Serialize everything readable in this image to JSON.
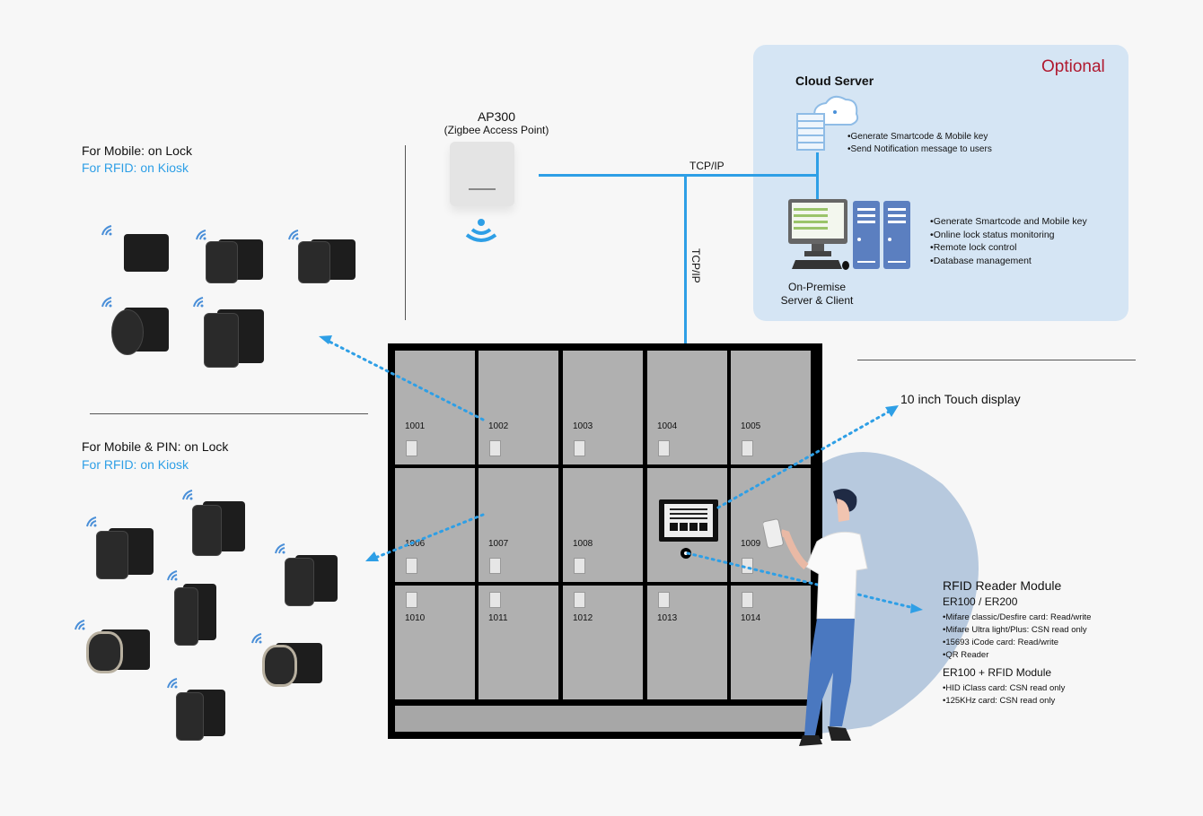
{
  "optional_panel": {
    "title": "Optional",
    "cloud_server": {
      "title": "Cloud Server",
      "features": [
        "Generate Smartcode & Mobile key",
        "Send Notification message to users"
      ]
    },
    "on_premise": {
      "title_line1": "On-Premise",
      "title_line2": "Server & Client",
      "features": [
        "Generate Smartcode and Mobile key",
        "Online lock status monitoring",
        "Remote lock control",
        "Database management"
      ]
    }
  },
  "access_point": {
    "title": "AP300",
    "subtitle": "(Zigbee Access Point)"
  },
  "connections": {
    "horizontal_label": "TCP/IP",
    "vertical_label": "TCP/IP"
  },
  "lock_group_1": {
    "heading_black": "For Mobile: on Lock",
    "heading_blue": "For RFID: on Kiosk",
    "lock_count": 5
  },
  "lock_group_2": {
    "heading_black": "For Mobile & PIN: on Lock",
    "heading_blue": "For RFID: on Kiosk",
    "lock_count": 7
  },
  "locker": {
    "doors": [
      "1001",
      "1002",
      "1003",
      "1004",
      "1005",
      "1006",
      "1007",
      "1008",
      "",
      "1009",
      "1010",
      "1011",
      "1012",
      "1013",
      "1014"
    ]
  },
  "touch_display": {
    "label": "10 inch Touch display"
  },
  "rfid_module": {
    "title": "RFID Reader Module",
    "subtitle1": "ER100 / ER200",
    "features1": [
      "•Mifare classic/Desfire card: Read/write",
      "•Mifare Ultra light/Plus: CSN read only",
      "•15693 iCode card: Read/write",
      "•QR Reader"
    ],
    "subtitle2": "ER100 + RFID Module",
    "features2": [
      "•HID iClass card: CSN read only",
      "•125KHz card: CSN read only"
    ]
  },
  "colors": {
    "accent_blue": "#2e9fe6",
    "optional_red": "#b0192f",
    "panel_bg": "#d5e5f4",
    "locker_door": "#b0b0b0"
  }
}
